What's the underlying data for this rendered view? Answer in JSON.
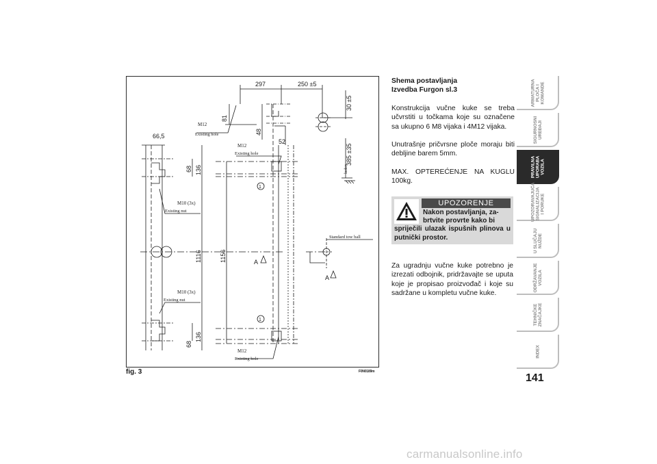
{
  "figure": {
    "label": "fig. 3",
    "code": "F0N0189m",
    "dims": {
      "d297": "297",
      "d250": "250 ±5",
      "d30": "30 ±5",
      "d81": "81",
      "d48": "48",
      "d52": "52",
      "d385": "385 ±35",
      "laden": "laden",
      "d66": "66,5",
      "d68a": "68",
      "d136a": "136",
      "d1116": "1116",
      "d1156": "1156",
      "d68b": "68",
      "d136b": "136"
    },
    "notes": {
      "m12_top_a": "M12",
      "existing_hole_a": "Existing hole",
      "m12_top_b": "M12",
      "existing_hole_b": "Existing hole",
      "m10_a": "M10 (3x)",
      "existing_nut_a": "Existing nut",
      "m10_b": "M10 (3x)",
      "existing_nut_b": "Existing nut",
      "m12_bottom": "M12",
      "existing_hole_c": "Existing hole",
      "tow_ball": "Standard    tow    ball",
      "marker_1a": "1",
      "marker_1b": "1",
      "section_a1": "A",
      "section_a2": "A"
    }
  },
  "text": {
    "heading_1": "Shema postavljanja",
    "heading_2": "Izvedba Furgon sl.3",
    "para_1": "Konstrukcija vučne kuke se treba učvrstiti u točkama koje su označene sa ukupno 6 M8 vijaka i 4M12 vijaka.",
    "para_2": "Unutrašnje pričvrsne ploče moraju biti debljine barem 5mm.",
    "para_3": "MAX. OPTEREĆENJE NA KUGLU 100kg.",
    "para_4": "Za ugradnju vučne kuke potrebno je izrezati odbojnik, pridržavajte se uputa koje je propisao proizvođač i koje su sadržane u kompletu vučne kuke."
  },
  "warning": {
    "title": "UPOZORENJE",
    "line_1": "Nakon postavljanja, za-",
    "line_2": "brtvite provrte kako bi",
    "rest": "spriječili ulazak ispušnih plinova u putnički prostor."
  },
  "tabs": [
    {
      "label": "ARMATURNA PLOČA I KOMANDE",
      "active": false
    },
    {
      "label": "SIGURNOSNI UREĐAJI",
      "active": false
    },
    {
      "label": "PRAVILNA UPORABA VOZILA",
      "active": true
    },
    {
      "label": "UPOZORAVAJUĆA SIGNALIZACIJA I PORUKE",
      "active": false
    },
    {
      "label": "U SLUČAJU NUŽDE",
      "active": false
    },
    {
      "label": "ODRŽAVANJE VOZILA",
      "active": false
    },
    {
      "label": "TEHNIČKE ZNAČAJKE",
      "active": false
    },
    {
      "label": "INDEX",
      "active": false
    }
  ],
  "page_number": "141",
  "watermark": "carmanualsonline.info",
  "icons": {
    "warning": "warning-triangle-icon"
  },
  "colors": {
    "active_tab": "#2a2a2a",
    "warning_box": "#d9d9d9",
    "warning_title": "#4a4a4a"
  }
}
